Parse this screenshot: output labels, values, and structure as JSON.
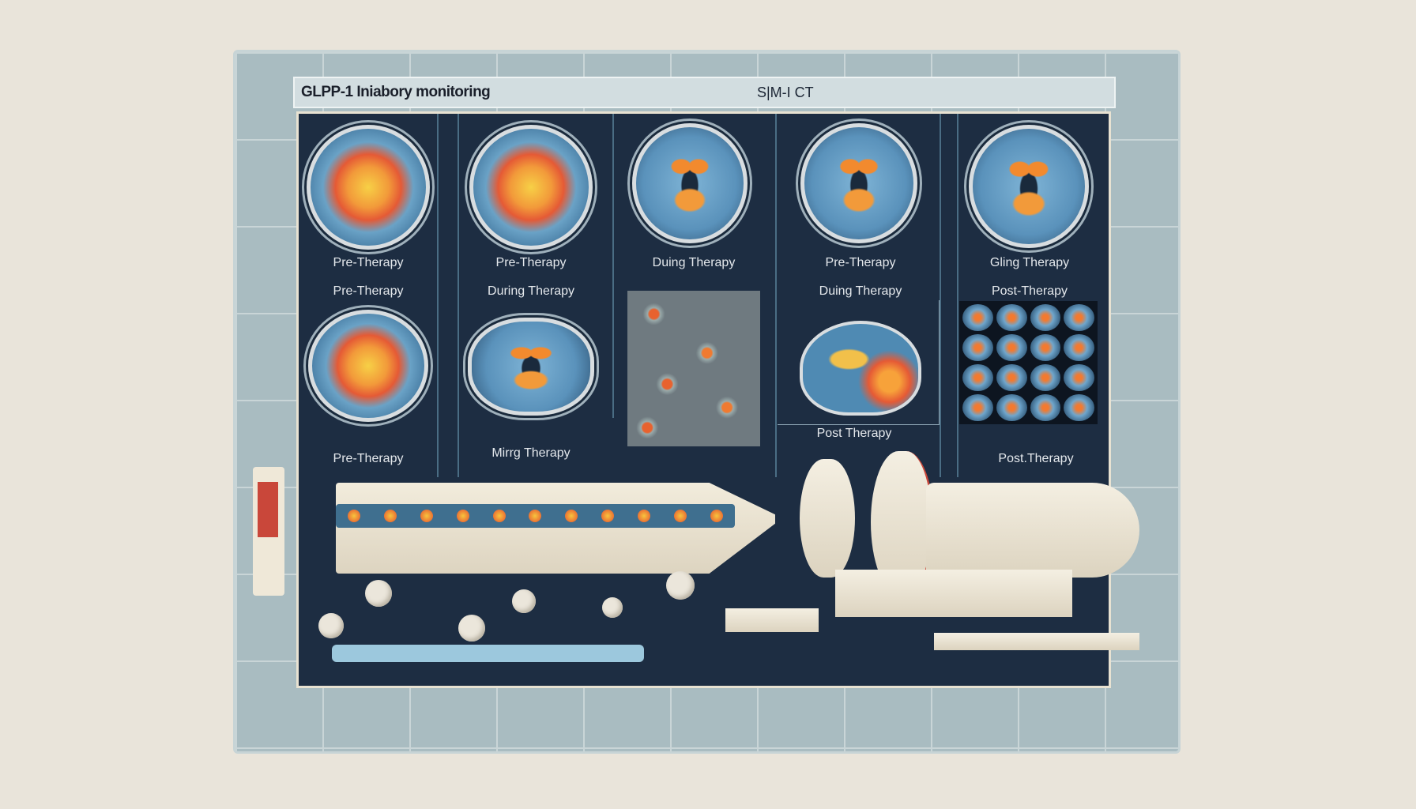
{
  "header": {
    "title": "GLPP-1 Iniabory monitoring",
    "mode": "S|M-I CT"
  },
  "panels": [
    {
      "labels": [
        "Pre-Therapy",
        "Pre-Therapy",
        "Pre-Therapy"
      ]
    },
    {
      "labels": [
        "Pre-Therapy",
        "During Therapy",
        "Mirrg Therapy"
      ]
    },
    {
      "labels": [
        "Duing Therapy"
      ]
    },
    {
      "labels": [
        "Pre-Therapy",
        "Duing Therapy",
        "Post Therapy"
      ]
    },
    {
      "labels": [
        "Gling Therapy",
        "Post-Therapy",
        "Post.Therapy"
      ]
    }
  ],
  "colors": {
    "screen": "#1d2d42",
    "frame": "#a9bcc1",
    "hotspot": "#f29a3a"
  }
}
